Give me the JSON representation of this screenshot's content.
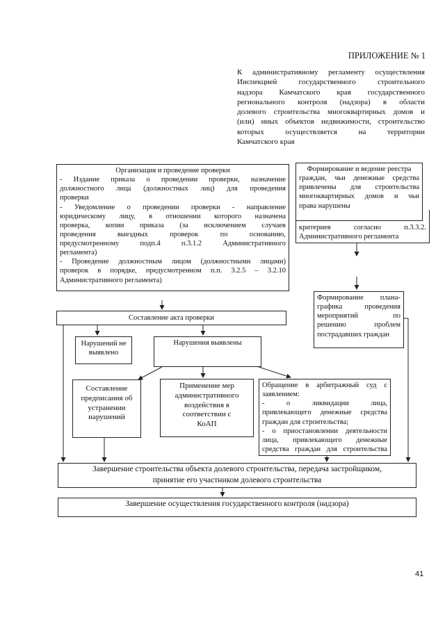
{
  "header": {
    "appendix": "ПРИЛОЖЕНИЕ № 1",
    "lines": [
      "К административному регламенту осуществления",
      "Инспекцией государственного строительного",
      "надзора Камчатского края государственного",
      "регионального контроля (надзора) в области",
      "долевого строительства многоквартирных домов и",
      "(или) иных объектов недвижимости, строительство",
      "которых осуществляется на территории",
      "Камчатского края"
    ]
  },
  "inspection": {
    "title": "Организация и проведение проверки",
    "lines": [
      "- Издание приказа о проведении проверки, назначение",
      "должностного лица (должностных лиц) для проведения",
      "проверки",
      "- Уведомление о проведении проверки - направление",
      "юридическому лицу, в отношении которого назначена",
      "проверка, копии приказа (за исключением случаев",
      "проведения выездных проверок по основанию,",
      "предусмотренному подп.4 п.3.1.2 Административного",
      "регламента)",
      "- Проведение должностным лицом (должностными лицами)",
      "проверок в порядке, предусмотренном п.п. 3.2.5 – 3.2.10",
      "Административного регламента)"
    ]
  },
  "registry": {
    "lines": [
      "Формирование и ведение реестра",
      "граждан, чьи денежные средства",
      "привлечены для строительства",
      "многоквартирных домов и чьи",
      "права нарушены"
    ],
    "criteria_lines": [
      "критериев согласно п.3.3.2.",
      "Административного регламента"
    ]
  },
  "plan": {
    "lines": [
      "Формирование плана-",
      "графика проведения",
      "мероприятий по",
      "решению проблем",
      "пострадавших граждан"
    ]
  },
  "act": {
    "label": "Составление акта проверки"
  },
  "no_violations": {
    "lines": [
      "Нарушений не",
      "выявлено"
    ]
  },
  "violations": {
    "label": "Нарушения выявлены"
  },
  "prescription": {
    "lines": [
      "Составление",
      "предписания об",
      "устранении",
      "нарушений"
    ]
  },
  "measures": {
    "lines": [
      "Применение мер",
      "административного",
      "воздействия в",
      "соответствии с",
      "КоАП"
    ]
  },
  "court": {
    "lines": [
      "Обращение в арбитражный суд с",
      "заявлением:",
      "- о ликвидации лица,",
      "привлекающего денежные средства",
      "граждан для строительства;",
      "- о приостановлении деятельности",
      "лица, привлекающего денежные",
      "средства граждан для строительства"
    ]
  },
  "completion": {
    "lines": [
      "Завершение строительства объекта долевого строительства, передача застройщиком,",
      "принятие его участником долевого строительства"
    ]
  },
  "final": {
    "label": "Завершение осуществления государственного контроля (надзора)"
  },
  "page_number": "41"
}
